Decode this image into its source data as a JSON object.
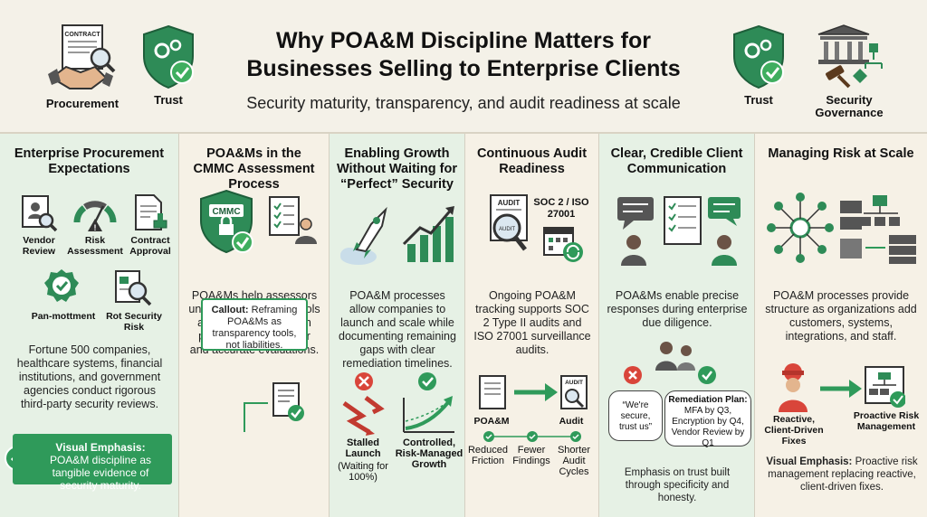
{
  "header": {
    "title_line1": "Why POA&M Discipline Matters for",
    "title_line2": "Businesses Selling to Enterprise Clients",
    "subtitle": "Security maturity, transparency, and audit readiness at scale",
    "left_icons": [
      {
        "label": "Procurement",
        "icon": "contract-handshake-icon",
        "contract_text": "CONTRACT"
      },
      {
        "label": "Trust",
        "icon": "shield-gears-icon"
      }
    ],
    "right_icons": [
      {
        "label": "Trust",
        "icon": "shield-gears-icon"
      },
      {
        "label_line1": "Security",
        "label_line2": "Governance",
        "icon": "courthouse-gavel-icon"
      }
    ]
  },
  "columns": [
    {
      "title": "Enterprise Procurement Expectations",
      "icons": [
        {
          "label": "Vendor Review"
        },
        {
          "label": "Risk Assessment"
        },
        {
          "label": "Contract Approval"
        },
        {
          "label": "Pan-mottment"
        },
        {
          "label": "Rot Security Risk"
        }
      ],
      "text": "Fortune 500 companies, healthcare systems, financial institutions, and government agencies conduct rigorous third-party security reviews.",
      "emphasis_label": "Visual Emphasis:",
      "emphasis_text": "POA&M discipline as tangible evidence of security maturity."
    },
    {
      "title": "POA&Ms in the CMMC Assessment Process",
      "badge": "CMMC",
      "text": "POA&Ms help assessors understand which controls are complete versus in progress, enabling fair and accurate evaluations.",
      "callout_label": "Callout:",
      "callout_text": "Reframing POA&Ms as transparency tools, not liabilities."
    },
    {
      "title": "Enabling Growth Without Waiting for “Perfect” Security",
      "text": "POA&M processes allow companies to launch and scale while documenting remaining gaps with clear remediation timelines.",
      "left_label": "Stalled Launch",
      "left_sub": "(Waiting for 100%)",
      "right_label": "Controlled, Risk-Managed Growth"
    },
    {
      "title": "Continuous Audit Readiness",
      "doc_label": "AUDIT",
      "glass_label": "AUDIT",
      "standards": "SOC 2 / ISO 27001",
      "text": "Ongoing POA&M tracking supports SOC 2 Type II audits and ISO 27001 surveillance audits.",
      "from_label": "POA&M",
      "to_label": "Audit",
      "doc2_label": "AUDIT",
      "benefits": [
        "Reduced Friction",
        "Fewer Findings",
        "Shorter Audit Cycles"
      ]
    },
    {
      "title": "Clear, Credible Client Communication",
      "text": "POA&Ms enable precise responses during enterprise due diligence.",
      "bad_quote": "“We're secure, trust us”",
      "plan_title": "Remediation Plan:",
      "plan_text": "MFA by Q3, Encryption by Q4, Vendor Review by Q1",
      "emphasis": "Emphasis on trust built through specificity and honesty."
    },
    {
      "title": "Managing Risk at Scale",
      "text": "POA&M processes provide structure as organizations add customers, systems, integrations, and staff.",
      "reactive_label": "Reactive, Client-Driven Fixes",
      "proactive_label": "Proactive Risk Management",
      "emphasis_label": "Visual Emphasis:",
      "emphasis_text": "Proactive risk management replacing reactive, client-driven fixes."
    }
  ],
  "colors": {
    "green": "#2f9a5a",
    "dark_green": "#2e7d4a",
    "red": "#d9453a",
    "column_green": "#e6f1e5",
    "column_cream": "#f6f1e6"
  }
}
